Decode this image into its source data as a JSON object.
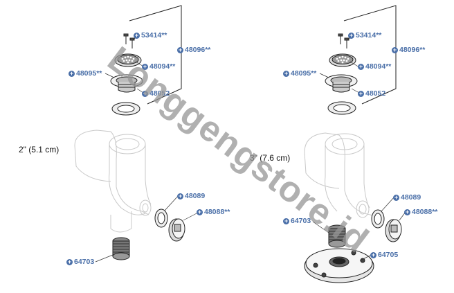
{
  "left_assembly": {
    "size_label": "2\" (5.1 cm)",
    "callouts": {
      "screws": "53414**",
      "frame": "48096**",
      "strainer": "48094**",
      "flange": "48095**",
      "body": "48052",
      "gasket": "48089",
      "cap": "48088**",
      "nipple": "64703"
    }
  },
  "right_assembly": {
    "size_label": "3\" (7.6 cm)",
    "callouts": {
      "screws": "53414**",
      "frame": "48096**",
      "strainer": "48094**",
      "flange": "48095**",
      "body": "48052",
      "gasket": "48089",
      "cap": "48088**",
      "nipple": "64703",
      "base": "64705"
    }
  },
  "watermark": "Longgengstore.id",
  "colors": {
    "callout": "#4a6fa8",
    "line": "#222222",
    "ghost": "#c8c8c8"
  }
}
